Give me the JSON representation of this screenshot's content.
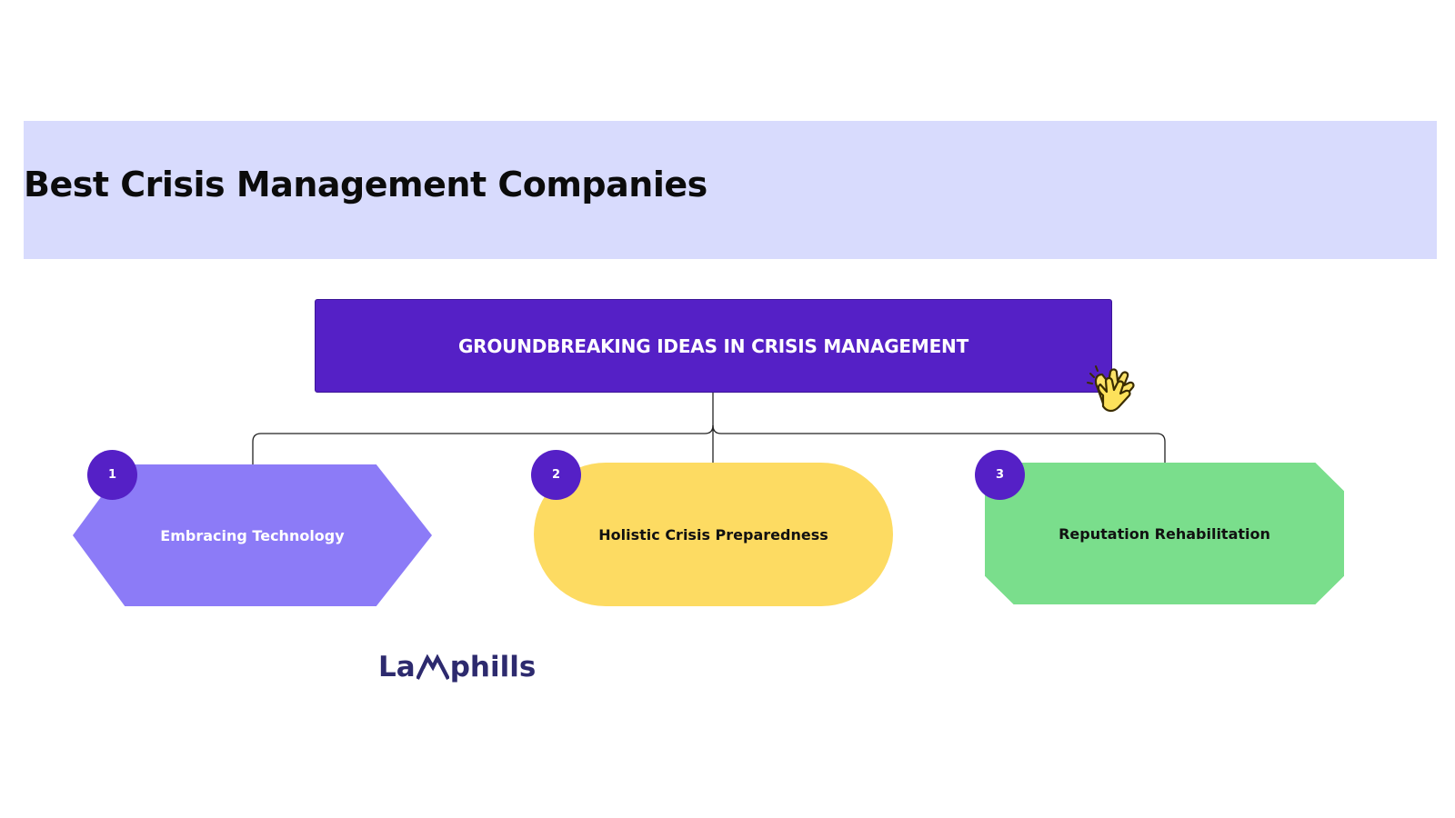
{
  "page": {
    "title": "Best Crisis Management Companies"
  },
  "diagram": {
    "root": {
      "label": "GROUNDBREAKING IDEAS IN CRISIS MANAGEMENT",
      "icon": "clapping-hands-icon"
    },
    "nodes": [
      {
        "number": "1",
        "label": "Embracing Technology",
        "shape": "hexagon",
        "color": "#8c7bf7"
      },
      {
        "number": "2",
        "label": "Holistic Crisis Preparedness",
        "shape": "pill",
        "color": "#fddb62"
      },
      {
        "number": "3",
        "label": "Reputation Rehabilitation",
        "shape": "octagon",
        "color": "#7ade8c"
      }
    ]
  },
  "logo": {
    "text": "Lamphills",
    "prefix": "La",
    "suffix": "phills"
  },
  "colors": {
    "title_band": "#d8dbfd",
    "accent": "#5520c6",
    "connector": "#222222",
    "logo": "#2d2a6e"
  }
}
